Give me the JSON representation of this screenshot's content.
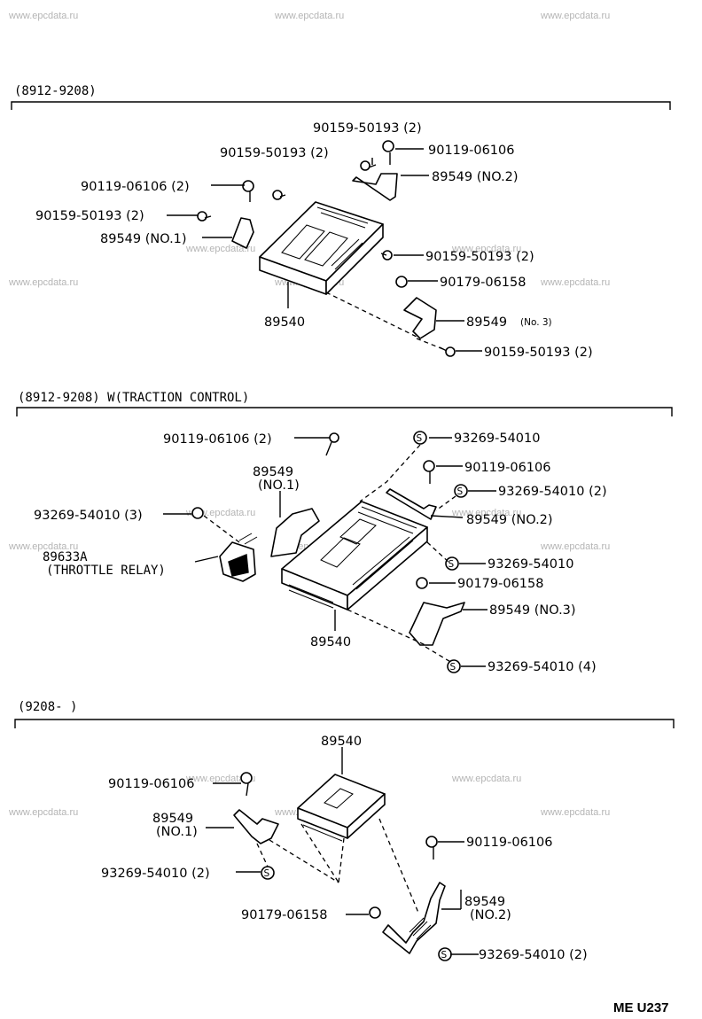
{
  "watermark": "www.epcdata.ru",
  "diagram_code": "ME U237",
  "sections": [
    {
      "header": "(8912-9208)",
      "labels": {
        "l1": "90159-50193 (2)",
        "l2": "90119-06106",
        "l3": "90159-50193 (2)",
        "l4": "89549 (NO.2)",
        "l5": "90119-06106 (2)",
        "l6": "90159-50193 (2)",
        "l7": "89549 (NO.1)",
        "l8": "90159-50193 (2)",
        "l9": "90179-06158",
        "l10": "89540",
        "l11": "89549",
        "l11b": "(No. 3)",
        "l12": "90159-50193 (2)"
      }
    },
    {
      "header": "(8912-9208)  W(TRACTION CONTROL)",
      "labels": {
        "l1": "90119-06106 (2)",
        "l2": "93269-54010",
        "l3a": "89549",
        "l3b": "(NO.1)",
        "l4": "90119-06106",
        "l5": "93269-54010 (2)",
        "l6": "93269-54010 (3)",
        "l7": "89549 (NO.2)",
        "l8a": "89633A",
        "l8b": "(THROTTLE RELAY)",
        "l9": "93269-54010",
        "l10": "90179-06158",
        "l11": "89549 (NO.3)",
        "l12": "89540",
        "l13": "93269-54010 (4)"
      }
    },
    {
      "header": "(9208-      )",
      "labels": {
        "l1": "89540",
        "l2": "90119-06106",
        "l3a": "89549",
        "l3b": "(NO.1)",
        "l4": "90119-06106",
        "l5": "93269-54010 (2)",
        "l6a": "89549",
        "l6b": "(NO.2)",
        "l7": "90179-06158",
        "l8": "93269-54010 (2)"
      }
    }
  ]
}
